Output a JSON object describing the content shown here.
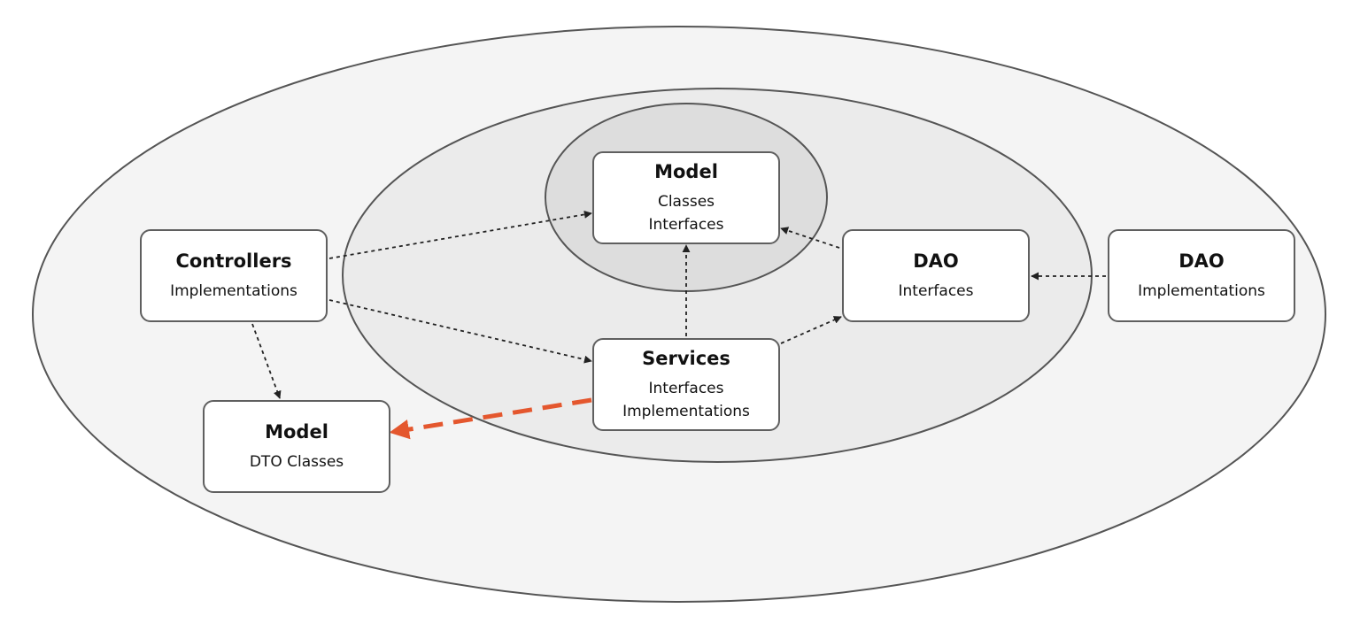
{
  "colors": {
    "outer_ring": "#f4f4f4",
    "middle_ring": "#ebebeb",
    "core_ring": "#dddddd",
    "ring_stroke": "#555555",
    "box_border": "#5f5f5f",
    "arrow": "#222222",
    "highlight_arrow": "#e4572e"
  },
  "rings": [
    {
      "id": "outer-ring"
    },
    {
      "id": "middle-ring"
    },
    {
      "id": "core-ring"
    }
  ],
  "nodes": [
    {
      "id": "model-core",
      "title": "Model",
      "lines": [
        "Classes",
        "Interfaces"
      ]
    },
    {
      "id": "controllers",
      "title": "Controllers",
      "lines": [
        "Implementations"
      ]
    },
    {
      "id": "dao-interfaces",
      "title": "DAO",
      "lines": [
        "Interfaces"
      ]
    },
    {
      "id": "dao-implementations",
      "title": "DAO",
      "lines": [
        "Implementations"
      ]
    },
    {
      "id": "services",
      "title": "Services",
      "lines": [
        "Interfaces",
        "Implementations"
      ]
    },
    {
      "id": "model-dto",
      "title": "Model",
      "lines": [
        "DTO Classes"
      ]
    }
  ],
  "edges": [
    {
      "id": "controllers-to-model-core",
      "from": "controllers",
      "to": "model-core",
      "style": "dotted"
    },
    {
      "id": "controllers-to-services",
      "from": "controllers",
      "to": "services",
      "style": "dotted"
    },
    {
      "id": "controllers-to-model-dto",
      "from": "controllers",
      "to": "model-dto",
      "style": "dotted"
    },
    {
      "id": "services-to-model-core",
      "from": "services",
      "to": "model-core",
      "style": "dotted"
    },
    {
      "id": "services-to-dao-interfaces",
      "from": "services",
      "to": "dao-interfaces",
      "style": "dotted"
    },
    {
      "id": "dao-interfaces-to-model-core",
      "from": "dao-interfaces",
      "to": "model-core",
      "style": "dotted"
    },
    {
      "id": "dao-implementations-to-dao-interfaces",
      "from": "dao-implementations",
      "to": "dao-interfaces",
      "style": "dotted"
    },
    {
      "id": "services-to-model-dto",
      "from": "services",
      "to": "model-dto",
      "style": "dashed-highlight"
    }
  ]
}
